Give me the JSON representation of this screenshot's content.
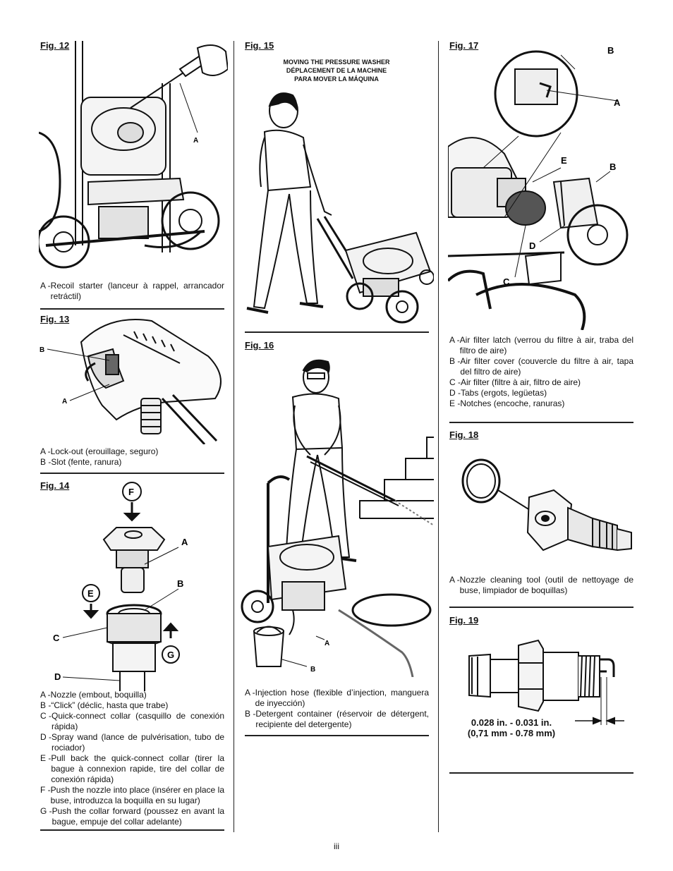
{
  "page_number": "iii",
  "fig12": {
    "title": "Fig. 12",
    "callout_a": "A",
    "legend": [
      {
        "key": "A - ",
        "text": "Recoil starter (lanceur à rappel, arrancador retráctil)"
      }
    ]
  },
  "fig13": {
    "title": "Fig. 13",
    "callout_a": "A",
    "callout_b": "B",
    "legend": [
      {
        "key": "A - ",
        "text": "Lock-out (erouillage, seguro)"
      },
      {
        "key": "B - ",
        "text": "Slot (fente, ranura)"
      }
    ]
  },
  "fig14": {
    "title": "Fig. 14",
    "callouts": {
      "a": "A",
      "b": "B",
      "c": "C",
      "d": "D",
      "e": "E",
      "f": "F",
      "g": "G"
    },
    "legend": [
      {
        "key": "A - ",
        "text": "Nozzle (embout, boquilla)"
      },
      {
        "key": "B - ",
        "text": "“Click” (déclic, hasta que trabe)"
      },
      {
        "key": "C - ",
        "text": "Quick-connect collar (casquillo de conexión rápida)"
      },
      {
        "key": "D - ",
        "text": "Spray wand (lance de pulvérisation, tubo de rociador)"
      },
      {
        "key": "E - ",
        "text": "Pull back the quick-connect collar (tirer la bague à connexion rapide, tire del collar de conexión rápida)"
      },
      {
        "key": "F - ",
        "text": "Push the nozzle into place (insérer en place la buse, introduzca la boquilla en su lugar)"
      },
      {
        "key": "G - ",
        "text": "Push the collar forward (poussez en avant la bague, empuje del collar adelante)"
      }
    ]
  },
  "fig15": {
    "title": "Fig. 15",
    "caption": [
      "MOVING THE PRESSURE WASHER",
      "DÉPLACEMENT DE LA MACHINE",
      "PARA MOVER LA MÁQUINA"
    ]
  },
  "fig16": {
    "title": "Fig. 16",
    "callout_a": "A",
    "callout_b": "B",
    "legend": [
      {
        "key": "A - ",
        "text": "Injection hose (flexible d’injection, manguera de inyección)"
      },
      {
        "key": "B - ",
        "text": "Detergent container (réservoir de détergent, recipiente del detergente)"
      }
    ]
  },
  "fig17": {
    "title": "Fig. 17",
    "callouts": {
      "a": "A",
      "b1": "B",
      "b2": "B",
      "c": "C",
      "d": "D",
      "e": "E"
    },
    "legend": [
      {
        "key": "A - ",
        "text": "Air filter latch (verrou du filtre à air, traba del filtro de aire)"
      },
      {
        "key": "B - ",
        "text": "Air filter cover (couvercle du filtre à air, tapa del filtro de aire)"
      },
      {
        "key": "C - ",
        "text": "Air filter (filtre à air, filtro de aire)"
      },
      {
        "key": "D - ",
        "text": "Tabs (ergots, legüetas)"
      },
      {
        "key": "E - ",
        "text": "Notches (encoche, ranuras)"
      }
    ]
  },
  "fig18": {
    "title": "Fig. 18",
    "legend": [
      {
        "key": "A - ",
        "text": "Nozzle cleaning tool (outil de nettoyage de buse, limpiador de boquillas)"
      }
    ]
  },
  "fig19": {
    "title": "Fig. 19",
    "measurement_line1": "0.028 in. - 0.031 in.",
    "measurement_line2": "(0,71 mm - 0.78 mm)"
  }
}
